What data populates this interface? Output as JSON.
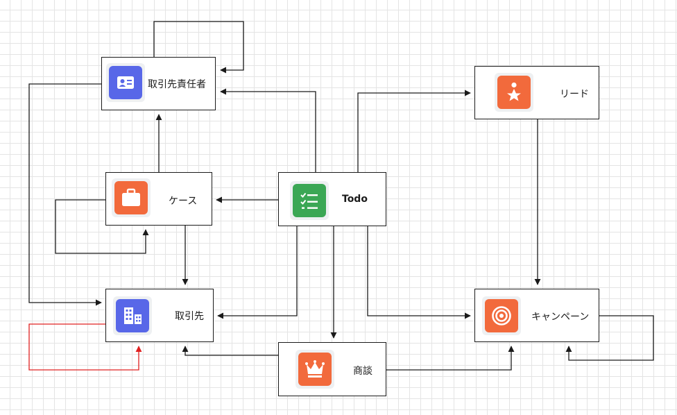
{
  "nodes": {
    "contact": {
      "label": "取引先責任者",
      "icon": "contact-card-icon",
      "color": "#5867e8"
    },
    "case": {
      "label": "ケース",
      "icon": "briefcase-icon",
      "color": "#f26a3c"
    },
    "todo": {
      "label": "Todo",
      "icon": "task-list-icon",
      "color": "#3ba755"
    },
    "account": {
      "label": "取引先",
      "icon": "building-icon",
      "color": "#5867e8"
    },
    "lead": {
      "label": "リード",
      "icon": "person-star-icon",
      "color": "#f26a3c"
    },
    "campaign": {
      "label": "キャンペーン",
      "icon": "target-icon",
      "color": "#f26a3c"
    },
    "deal": {
      "label": "商談",
      "icon": "crown-icon",
      "color": "#f26a3c"
    }
  },
  "edges": [
    {
      "from": "contact",
      "to": "contact"
    },
    {
      "from": "contact",
      "to": "account"
    },
    {
      "from": "case",
      "to": "contact"
    },
    {
      "from": "case",
      "to": "case"
    },
    {
      "from": "case",
      "to": "account"
    },
    {
      "from": "todo",
      "to": "contact"
    },
    {
      "from": "todo",
      "to": "case"
    },
    {
      "from": "todo",
      "to": "account"
    },
    {
      "from": "todo",
      "to": "deal"
    },
    {
      "from": "todo",
      "to": "lead"
    },
    {
      "from": "todo",
      "to": "campaign"
    },
    {
      "from": "lead",
      "to": "campaign"
    },
    {
      "from": "deal",
      "to": "account"
    },
    {
      "from": "deal",
      "to": "campaign"
    },
    {
      "from": "campaign",
      "to": "campaign"
    },
    {
      "from": "account",
      "to": "account",
      "color": "#e02020"
    }
  ]
}
